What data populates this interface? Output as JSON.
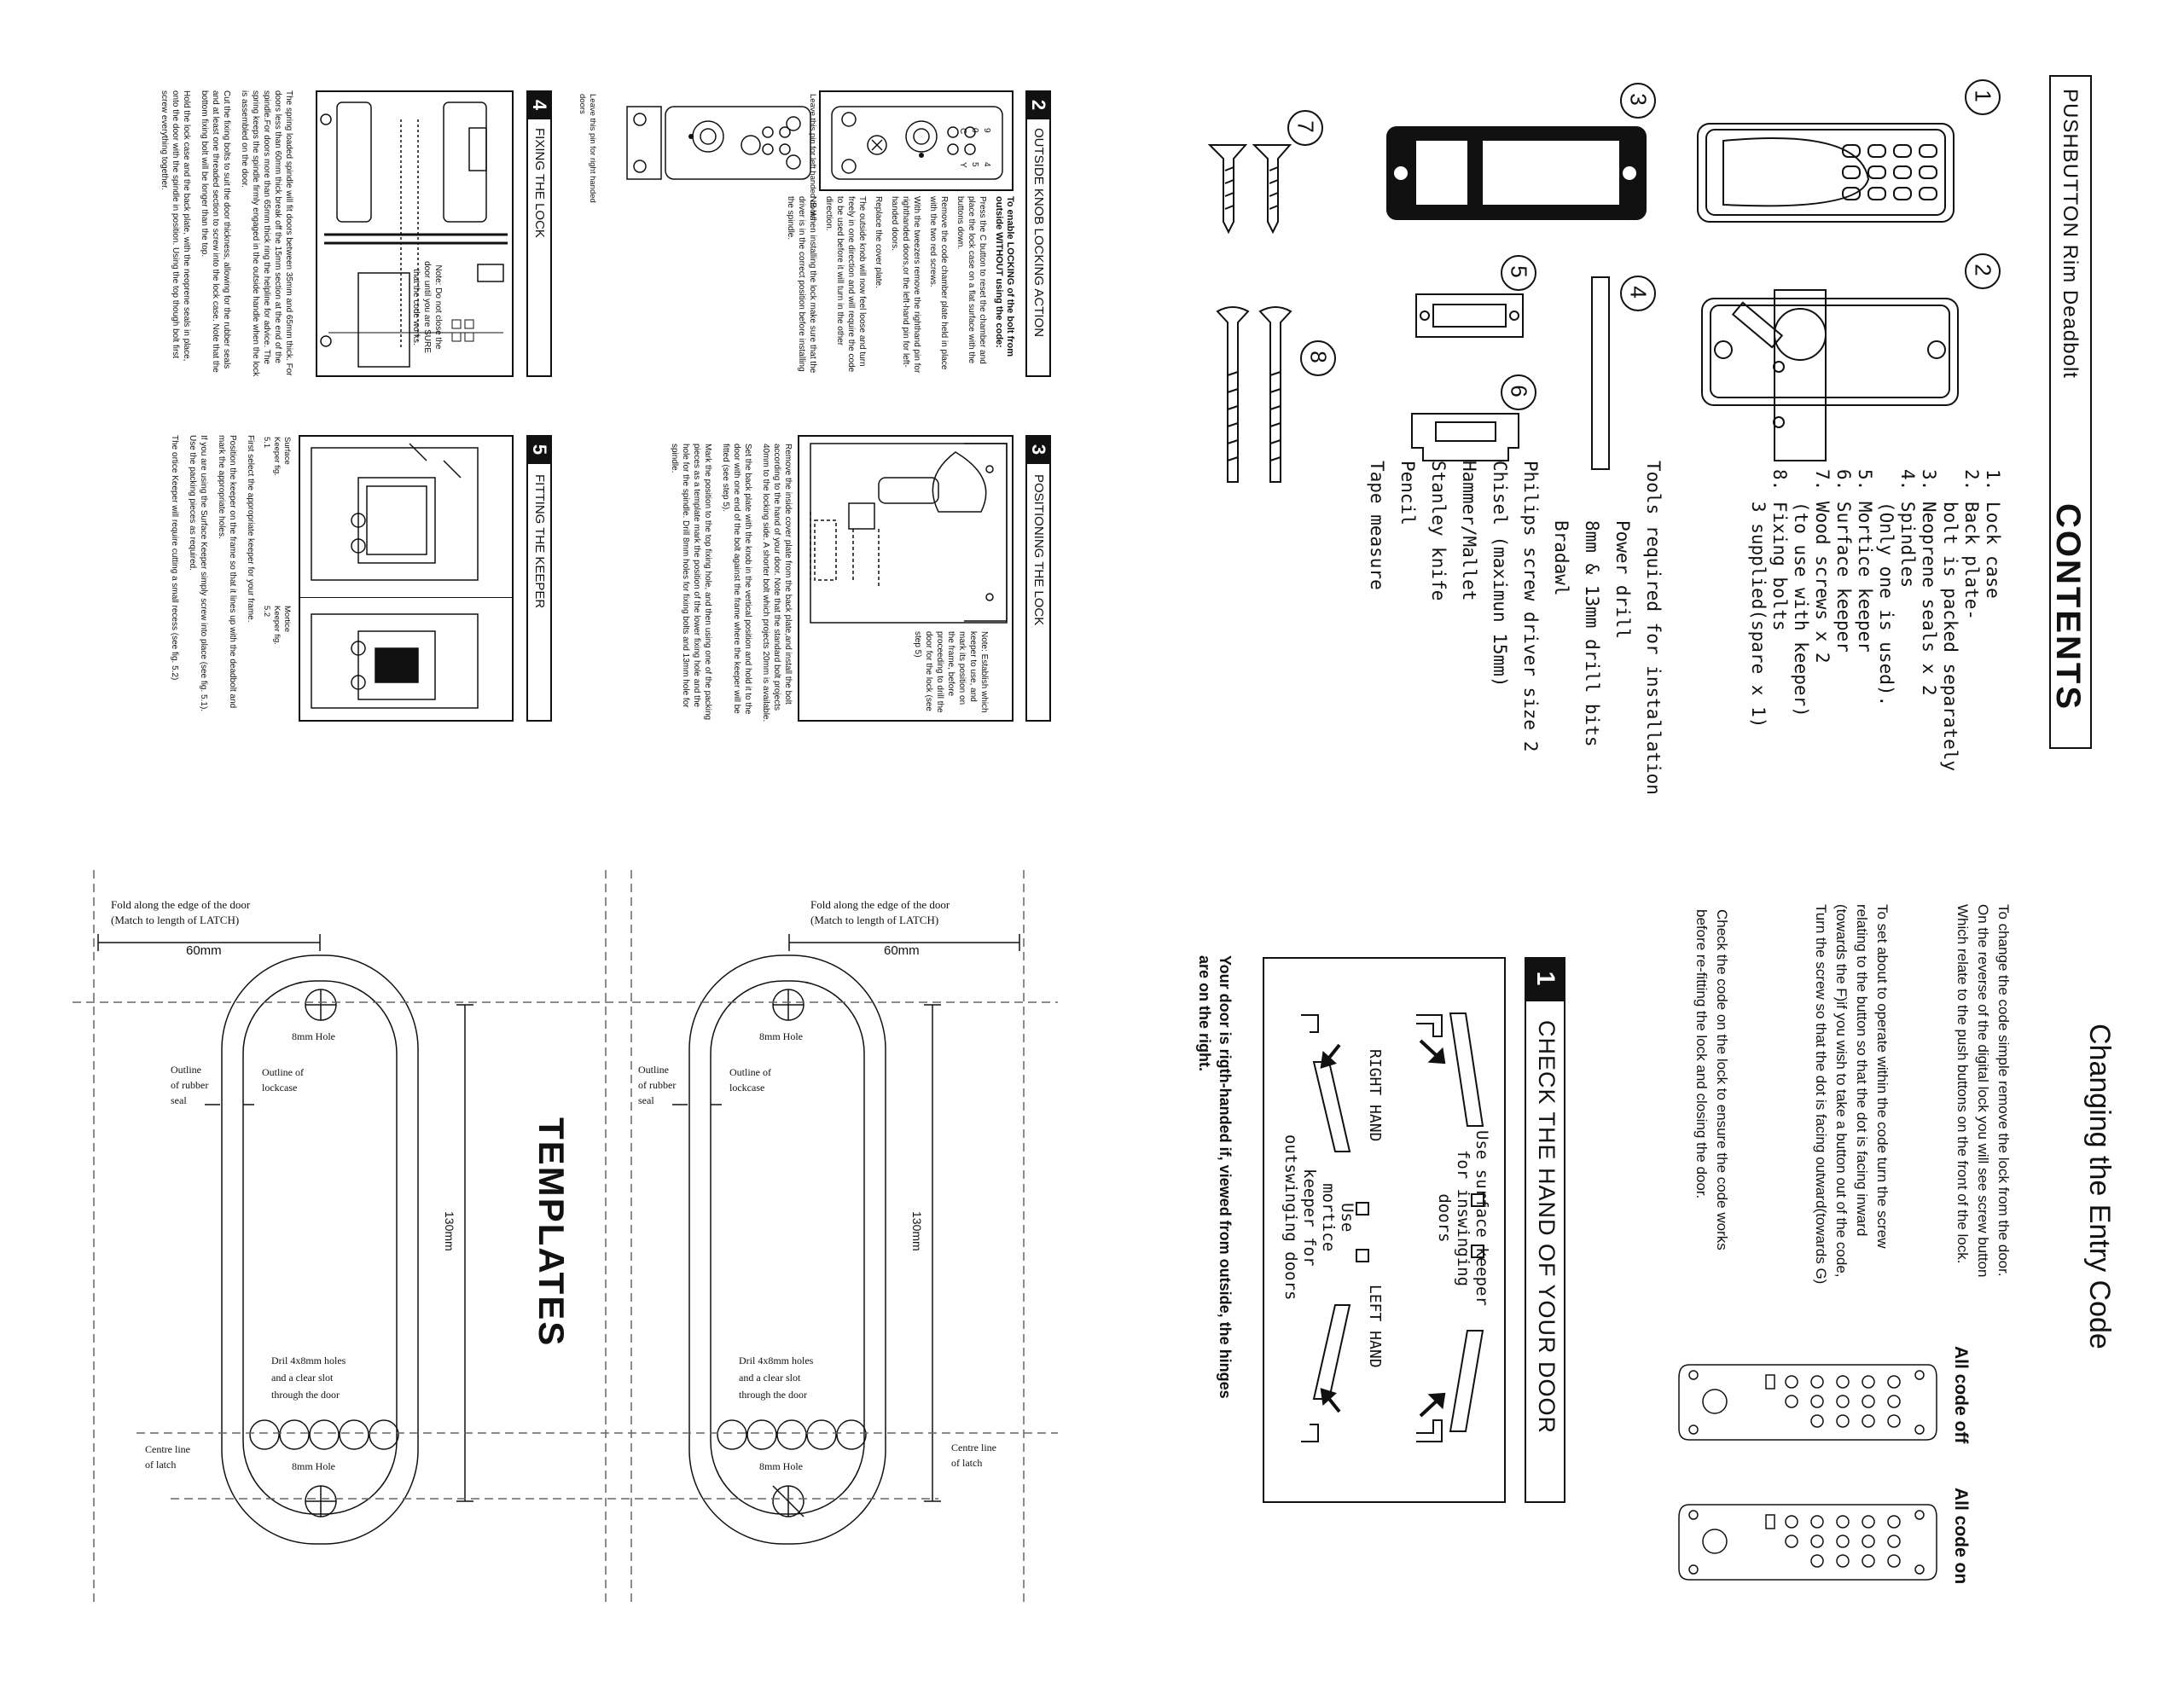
{
  "header": {
    "product_title": "PUSHBUTTON Rim Deadbolt",
    "contents_title": "CONTENTS"
  },
  "contents": {
    "items": [
      "1. Lock case",
      "2. Back plate-",
      "   bolt is packed separately",
      "3. Neoprene seals x 2",
      "4. Spindles",
      "   (Only one is used).",
      "5. Mortice keeper",
      "6. Surface keeper",
      "7. Wood screws x 2",
      "   (to use with keeper)",
      "8. Fixing bolts",
      "   3 supplied(spare x 1)"
    ],
    "tools_heading": "Tools required for installation",
    "tools": [
      "Power drill",
      "8mm & 13mm drill bits",
      "Bradawl",
      "Philips screw driver size 2",
      "Chisel (maximun 15mm)",
      "Hammer/Mallet",
      "Stanley knife",
      "Pencil",
      "Tape measure"
    ],
    "part_numbers": [
      "1",
      "2",
      "3",
      "4",
      "5",
      "6",
      "7",
      "8"
    ]
  },
  "entry_code": {
    "title": "Changing the Entry Code",
    "para1": [
      "To change the code simple remove the lock from the door.",
      "On the reverse of the digital lock you will see screw button",
      "Which relate to the push buttons on the front of the lock."
    ],
    "para2": [
      "To set about to operate within the code turn the screw",
      "relating to the button so that the dot is facing inward",
      "(towards the F)if you wish to take a button out of the code,",
      "Turn the screw so that the dot is facing outward(towards G)"
    ],
    "para3": [
      "Check the code on the lock to ensure the code works",
      "before re-fitting the lock and closing the door."
    ],
    "label_off": "All code off",
    "label_on": "All code on"
  },
  "section1": {
    "number": "1",
    "title": "CHECK THE HAND OF YOUR DOOR",
    "surface_note": [
      "Use surface keeper",
      "for inswinging",
      "doors"
    ],
    "mortice_note": [
      "Use",
      "mortice",
      "keeper for",
      "outswinging doors"
    ],
    "right_hand": "RIGHT HAND",
    "left_hand": "LEFT HAND",
    "footnote": [
      "Your door is rigth-handed if, viewed from outside, the hinges",
      "are on the right."
    ]
  },
  "section2": {
    "number": "2",
    "title": "OUTSIDE KNOB LOCKING ACTION",
    "intro": "To enable LOCKING of the bolt from outside WITHOUT using the code:",
    "steps": [
      "Press the C button to reset the chamber and place the lock case on a flat surface with the buttons down.",
      "Remove the code chamber plate held in place with the two red screws.",
      "With the tweezers remove the righthand pin for righthanded doors,or the left-hand pin for left-handed doors.",
      "Replace the cover plate.",
      "The outside knob will now feel loose and turn freely in one direction and will require the code to be used before it will turn in the other direction."
    ],
    "nb": "NB When installing the lock make sure that the driver is in the correct position before installing the spindle.",
    "pin_left": "Leave this pin for left handed doors",
    "pin_right": "Leave this pin for right handed doors",
    "keypad_labels": [
      "9",
      "0",
      "4",
      "C",
      "5",
      "Y"
    ]
  },
  "section3": {
    "number": "3",
    "title": "POSITIONING THE LOCK",
    "steps": [
      "Remove the inside cover plate from the back plate,and install the bolt according to the hand of your door. Note that the standard bolt projects 40mm to the locking side. A shorter bolt which projects 20mm is available.",
      "Set the back plate with the knob in the vertical position and hold it to the door with one end of the bolt against the frame where the keeper will be fitted (see step 5).",
      "Mark the position to the top fixing hole, and then using one of the packing pieces as a template mark the position of the lower fixing hole and the hole for the spindle. Drill 8mm holes for fixing bolts and 13mm hole for spindle."
    ],
    "note": "Note: Establish which keeper to use, and mark its position on the frame, before proceeding to drill the door for the lock (see step 5)"
  },
  "section4": {
    "number": "4",
    "title": "FIXING THE LOCK",
    "note": "Note: Do not close the door until you are SURE that the code works.",
    "steps": [
      "The spring loaded spindle will fit doors between 35mm and 65mm thick. For doors less than 60mm thick break off the 15mm section at the end of the spindle.For doors more than 65mm thick ring the helpline for advice. The spring keeps the spindle firmly engaged in the outside handle when the lock is assembled on the door.",
      "Cut the fixing bolts to suit the door thickness, allowing for the rubber seals and at least one threaded section to screw into the lock case. Note that the bottom fixing bolt will be longer than the top.",
      "Hold the lock case and the back plate, with the neoprene seals in place, onto the door with the spindle in position. Using the top though bolt first screw everything together."
    ]
  },
  "section5": {
    "number": "5",
    "title": "FITTING THE KEEPER",
    "fig1": "Surface Keeper fig. 5.1",
    "fig2": "Mortice Keeper fig. 5.2",
    "steps": [
      "First select the appropriate keeper for your frame.",
      "Position the keeper on the frame so that it lines up with the deadbolt and mark the appropriate holes.",
      "If you are using the Surface Keeper simply screw into place (see fig. 5.1). Use the packing pieces as required.",
      "The ortice Keeper will require cutting a small recess (see fig. 5.2)"
    ]
  },
  "templates": {
    "title": "TEMPLATES",
    "fold_note": [
      "Fold along the edge of the door",
      "(Match to length of LATCH)"
    ],
    "width": "60mm",
    "height": "130mm",
    "hole": "8mm Hole",
    "rubber_seal": [
      "Outline",
      "of rubber",
      "seal"
    ],
    "lockcase": [
      "Outline of",
      "lockcase"
    ],
    "drill": [
      "Dril 4x8mm holes",
      "and a clear slot",
      "through the door"
    ],
    "centre_line": [
      "Centre line",
      "of latch"
    ]
  }
}
